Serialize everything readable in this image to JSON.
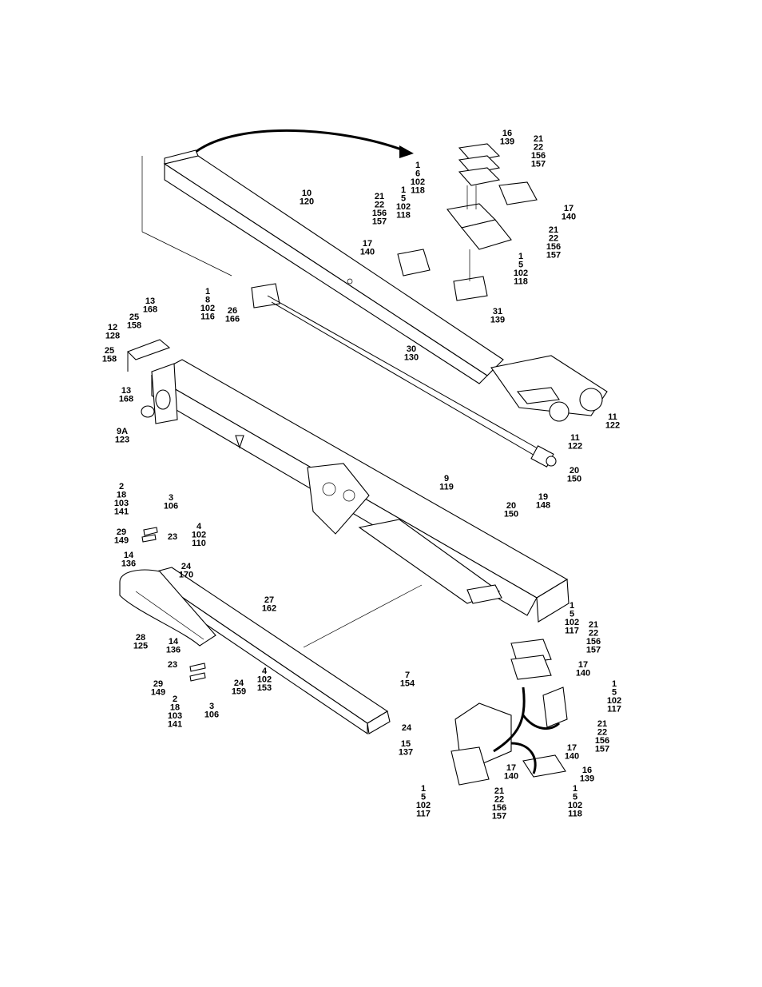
{
  "callouts": [
    {
      "id": "c-16-139-top",
      "lines": [
        "16",
        "139"
      ]
    },
    {
      "id": "c-21-157-top",
      "lines": [
        "21",
        "22",
        "156",
        "157"
      ]
    },
    {
      "id": "c-1-6-102-118",
      "lines": [
        "1",
        "6",
        "102",
        "118"
      ]
    },
    {
      "id": "c-1-5-102-118-a",
      "lines": [
        "1",
        "5",
        "102",
        "118"
      ]
    },
    {
      "id": "c-21-157-left",
      "lines": [
        "21",
        "22",
        "156",
        "157"
      ]
    },
    {
      "id": "c-10-120",
      "lines": [
        "10",
        "120"
      ]
    },
    {
      "id": "c-17-140-right",
      "lines": [
        "17",
        "140"
      ]
    },
    {
      "id": "c-21-157-right",
      "lines": [
        "21",
        "22",
        "156",
        "157"
      ]
    },
    {
      "id": "c-17-140-left",
      "lines": [
        "17",
        "140"
      ]
    },
    {
      "id": "c-1-5-102-118-b",
      "lines": [
        "1",
        "5",
        "102",
        "118"
      ]
    },
    {
      "id": "c-1-8-102-116",
      "lines": [
        "1",
        "8",
        "102",
        "116"
      ]
    },
    {
      "id": "c-26-166",
      "lines": [
        "26",
        "166"
      ]
    },
    {
      "id": "c-31-139",
      "lines": [
        "31",
        "139"
      ]
    },
    {
      "id": "c-13-168-top",
      "lines": [
        "13",
        "168"
      ]
    },
    {
      "id": "c-25-158-top",
      "lines": [
        "25",
        "158"
      ]
    },
    {
      "id": "c-12-128",
      "lines": [
        "12",
        "128"
      ]
    },
    {
      "id": "c-25-158-bot",
      "lines": [
        "25",
        "158"
      ]
    },
    {
      "id": "c-13-168-bot",
      "lines": [
        "13",
        "168"
      ]
    },
    {
      "id": "c-30-130",
      "lines": [
        "30",
        "130"
      ]
    },
    {
      "id": "c-9a-123",
      "lines": [
        "9A",
        "123"
      ]
    },
    {
      "id": "c-11-122-right",
      "lines": [
        "11",
        "122"
      ]
    },
    {
      "id": "c-11-122-left",
      "lines": [
        "11",
        "122"
      ]
    },
    {
      "id": "c-20-150-a",
      "lines": [
        "20",
        "150"
      ]
    },
    {
      "id": "c-9-119",
      "lines": [
        "9",
        "119"
      ]
    },
    {
      "id": "c-19-148",
      "lines": [
        "19",
        "148"
      ]
    },
    {
      "id": "c-20-150-b",
      "lines": [
        "20",
        "150"
      ]
    },
    {
      "id": "c-2-18-103-141-top",
      "lines": [
        "2",
        "18",
        "103",
        "141"
      ]
    },
    {
      "id": "c-3-106-top",
      "lines": [
        "3",
        "106"
      ]
    },
    {
      "id": "c-4-102-110",
      "lines": [
        "4",
        "102",
        "110"
      ]
    },
    {
      "id": "c-29-149-top",
      "lines": [
        "29",
        "149"
      ]
    },
    {
      "id": "c-23-top",
      "lines": [
        "23"
      ]
    },
    {
      "id": "c-14-136-top",
      "lines": [
        "14",
        "136"
      ]
    },
    {
      "id": "c-24-170",
      "lines": [
        "24",
        "170"
      ]
    },
    {
      "id": "c-27-162",
      "lines": [
        "27",
        "162"
      ]
    },
    {
      "id": "c-28-125",
      "lines": [
        "28",
        "125"
      ]
    },
    {
      "id": "c-14-136-bot",
      "lines": [
        "14",
        "136"
      ]
    },
    {
      "id": "c-23-bot",
      "lines": [
        "23"
      ]
    },
    {
      "id": "c-4-102-153",
      "lines": [
        "4",
        "102",
        "153"
      ]
    },
    {
      "id": "c-29-149-bot",
      "lines": [
        "29",
        "149"
      ]
    },
    {
      "id": "c-24-159",
      "lines": [
        "24",
        "159"
      ]
    },
    {
      "id": "c-2-18-103-141-bot",
      "lines": [
        "2",
        "18",
        "103",
        "141"
      ]
    },
    {
      "id": "c-3-106-bot",
      "lines": [
        "3",
        "106"
      ]
    },
    {
      "id": "c-7-154",
      "lines": [
        "7",
        "154"
      ]
    },
    {
      "id": "c-24-plain",
      "lines": [
        "24"
      ]
    },
    {
      "id": "c-15-137",
      "lines": [
        "15",
        "137"
      ]
    },
    {
      "id": "c-1-5-102-117-a",
      "lines": [
        "1",
        "5",
        "102",
        "117"
      ]
    },
    {
      "id": "c-21-157-br1",
      "lines": [
        "21",
        "22",
        "156",
        "157"
      ]
    },
    {
      "id": "c-17-140-br1",
      "lines": [
        "17",
        "140"
      ]
    },
    {
      "id": "c-1-5-102-117-b",
      "lines": [
        "1",
        "5",
        "102",
        "117"
      ]
    },
    {
      "id": "c-21-157-br2",
      "lines": [
        "21",
        "22",
        "156",
        "157"
      ]
    },
    {
      "id": "c-17-140-br2",
      "lines": [
        "17",
        "140"
      ]
    },
    {
      "id": "c-17-140-br3",
      "lines": [
        "17",
        "140"
      ]
    },
    {
      "id": "c-16-139-bot",
      "lines": [
        "16",
        "139"
      ]
    },
    {
      "id": "c-1-5-102-117-c",
      "lines": [
        "1",
        "5",
        "102",
        "117"
      ]
    },
    {
      "id": "c-21-157-br3",
      "lines": [
        "21",
        "22",
        "156",
        "157"
      ]
    },
    {
      "id": "c-1-5-102-118-c",
      "lines": [
        "1",
        "5",
        "102",
        "118"
      ]
    }
  ]
}
